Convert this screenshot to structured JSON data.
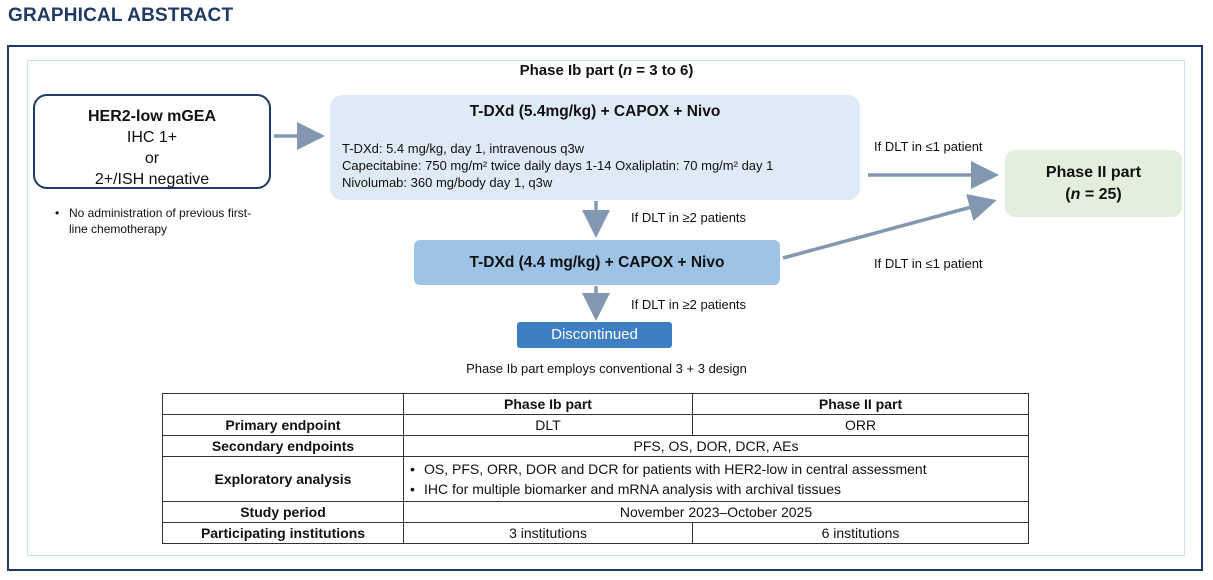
{
  "header": {
    "title": "GRAPHICAL ABSTRACT"
  },
  "diagram": {
    "phase_ib_title_a": "Phase Ib part (",
    "phase_ib_title_n": "n",
    "phase_ib_title_b": " = 3 to 6)",
    "population": {
      "title": "HER2-low mGEA",
      "line1": "IHC 1+",
      "line2": "or",
      "line3": "2+/ISH negative"
    },
    "note_bullet": "•",
    "note": "No administration of previous first-line chemotherapy",
    "regimen1": {
      "title": "T-DXd (5.4mg/kg) + CAPOX + Nivo",
      "line1": "T-DXd: 5.4 mg/kg, day 1,  intravenous q3w",
      "line2": "Capecitabine: 750 mg/m² twice daily days 1-14 Oxaliplatin: 70 mg/m² day 1",
      "line3": "Nivolumab: 360 mg/body day 1, q3w"
    },
    "regimen2": {
      "title": "T-DXd (4.4 mg/kg) + CAPOX + Nivo"
    },
    "discontinued": "Discontinued",
    "phase2": {
      "title": "Phase II part",
      "n_a": "(",
      "n_n": "n",
      "n_b": " = 25)"
    },
    "label_le1_top": "If DLT in ≤1 patient",
    "label_ge2_top": "If DLT in ≥2 patients",
    "label_le1_bottom": "If DLT in ≤1 patient",
    "label_ge2_bottom": "If DLT in ≥2 patients",
    "design_note": "Phase Ib part employs conventional 3 + 3 design"
  },
  "table": {
    "col_ib": "Phase Ib part",
    "col_ii": "Phase II part",
    "primary_label": "Primary endpoint",
    "primary_ib": "DLT",
    "primary_ii": "ORR",
    "secondary_label": "Secondary endpoints",
    "secondary_value": "PFS, OS, DOR, DCR, AEs",
    "exploratory_label": "Exploratory analysis",
    "exploratory_bullet": "•",
    "exploratory_1": "OS, PFS, ORR, DOR and DCR for patients with HER2-low in central assessment",
    "exploratory_2": "IHC for multiple biomarker and mRNA analysis with archival tissues",
    "period_label": "Study period",
    "period_value": "November 2023–October 2025",
    "institutions_label": "Participating institutions",
    "institutions_ib": "3 institutions",
    "institutions_ii": "6 institutions"
  },
  "colors": {
    "navy": "#1f3a64",
    "arrow": "#8497b0",
    "box_light": "#deeaf6",
    "box_mid": "#9dc3e6",
    "box_dark": "#3e7fc4",
    "box_green": "#e1efdc"
  }
}
